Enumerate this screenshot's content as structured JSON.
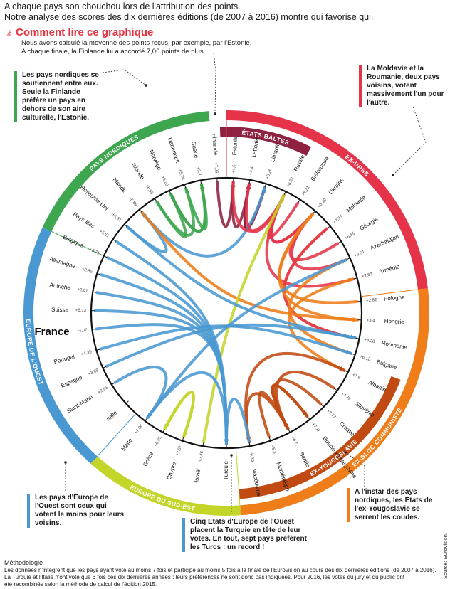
{
  "header": {
    "line1": "A chaque pays son chouchou lors de l'attribution des points.",
    "line2": "Notre analyse des scores des dix dernières éditions (de 2007 à 2016) montre qui favorise qui."
  },
  "howto": {
    "icon": "key-icon",
    "title": "Comment lire ce graphique",
    "line1": "Nous avons calculé la moyenne des points reçus, par exemple, par l'Estonie.",
    "line2": "A chaque finale, la Finlande lui a accordé 7,06 points de plus."
  },
  "annotations": {
    "nordic": "Les pays nordiques se soutiennent entre eux. Seule la Finlande préfère un pays en dehors de son aire culturelle, l'Estonie.",
    "moldavia": "La Moldavie et la Roumanie, deux pays voisins, votent massivement l'un pour l'autre.",
    "west": "Les pays d'Europe de l'Ouest sont ceux qui votent le moins pour leurs voisins.",
    "turkey": "Cinq Etats d'Europe de l'Ouest placent la Turquie en tête de leur votes. En tout, sept pays préfèrent les Turcs : un record !",
    "yugo": "A l'instar des pays nordiques, les Etats de l'ex-Yougoslavie se serrent les coudes."
  },
  "methodology": {
    "title": "Méthodologie",
    "line1": "Les données n'intègrent que les pays ayant voté au moins 7 fois et participé au moins 5 fois à la finale de l'Eurovision au cours des dix dernières éditions (de 2007 à 2016).",
    "line2": "La Turquie et l'Italie n'ont voté que 6 fois ces dix dernières années : leurs préférences ne sont donc pas indiquées. Pour 2016, les votes du jury et du public ont",
    "line3": "été recombinés selon la méthode de calcul de l'édition 2015."
  },
  "source": "Source: Eurovision.",
  "colors": {
    "nordic": "#3ea64f",
    "baltic": "#8e2240",
    "exurss": "#e5344a",
    "exbloc": "#ee7d1a",
    "exyougo": "#c04a12",
    "sudest": "#c4d52a",
    "west": "#4a98d2"
  },
  "groups": [
    {
      "id": "nordic",
      "label": "PAYS NORDIQUES",
      "start": -65,
      "end": -5,
      "r": 278,
      "color": "#3ea64f"
    },
    {
      "id": "baltic",
      "label": "ÉTATS BALTES",
      "start": -2,
      "end": 27,
      "r": 255,
      "color": "#8e2240"
    },
    {
      "id": "exurss",
      "label": "EX-URSS",
      "start": 0,
      "end": 83,
      "r": 278,
      "color": "#e5344a"
    },
    {
      "id": "exbloc",
      "label": "EX-BLOC COMMUNISTE",
      "start": 83,
      "end": 176,
      "r": 278,
      "color": "#ee7d1a"
    },
    {
      "id": "exyougo",
      "label": "EX-YOUGOSLAVIE",
      "start": 111,
      "end": 176,
      "r": 255,
      "color": "#c04a12"
    },
    {
      "id": "sudest",
      "label": "EUROPE DU SUD-EST",
      "start": 176,
      "end": 222,
      "r": 278,
      "color": "#c4d52a"
    },
    {
      "id": "west",
      "label": "EUROPE DE L'OUEST",
      "start": 222,
      "end": 295,
      "r": 278,
      "color": "#4a98d2"
    }
  ],
  "countries": [
    {
      "name": "Estonie",
      "a": 3,
      "v": "+4,5"
    },
    {
      "name": "Lettonie",
      "a": 10,
      "v": "+4,4"
    },
    {
      "name": "Lituanie",
      "a": 17,
      "v": "+5,26"
    },
    {
      "name": "Russie",
      "a": 26,
      "v": "+6,82"
    },
    {
      "name": "Biélorussie",
      "a": 33,
      "v": "+6,21"
    },
    {
      "name": "Ukraine",
      "a": 41,
      "v": "+6,19"
    },
    {
      "name": "Moldavie",
      "a": 50,
      "v": "+7,93"
    },
    {
      "name": "Géorgie",
      "a": 58,
      "v": "+6,65"
    },
    {
      "name": "Azerbaïdjan",
      "a": 66,
      "v": "+6,51"
    },
    {
      "name": "Arménie",
      "a": 75,
      "v": "+7,63"
    },
    {
      "name": "Pologne",
      "a": 85,
      "v": "+2,82"
    },
    {
      "name": "Hongrie",
      "a": 93,
      "v": "+3,4"
    },
    {
      "name": "Roumanie",
      "a": 101,
      "v": "+8,28"
    },
    {
      "name": "Bulgarie",
      "a": 108,
      "v": "+6,12"
    },
    {
      "name": "Albanie",
      "a": 116,
      "v": "+7,6"
    },
    {
      "name": "Slovénie",
      "a": 125,
      "v": "+7,29"
    },
    {
      "name": "Croatie",
      "a": 134,
      "v": "+7,77"
    },
    {
      "name": "Bosnie-Herzégovine",
      "a": 142,
      "v": "+7,11"
    },
    {
      "name": "Serbie",
      "a": 152,
      "v": "+6,77"
    },
    {
      "name": "Monténégro",
      "a": 161,
      "v": "+5,3"
    },
    {
      "name": "Macédoine",
      "a": 170,
      "v": "+9,33"
    },
    {
      "name": "Turquie",
      "a": 180,
      "v": ""
    },
    {
      "name": "Israël",
      "a": 190,
      "v": "+3,46"
    },
    {
      "name": "Chypre",
      "a": 199,
      "v": "+7,57"
    },
    {
      "name": "Grèce",
      "a": 208,
      "v": "+6,95"
    },
    {
      "name": "Malte",
      "a": 217,
      "v": "+7,06"
    },
    {
      "name": "Italie",
      "a": 228,
      "v": ""
    },
    {
      "name": "Saint-Marin",
      "a": 238,
      "v": "+3,95"
    },
    {
      "name": "Espagne",
      "a": 246,
      "v": "+3,88"
    },
    {
      "name": "Portugal",
      "a": 254,
      "v": "+4,35"
    },
    {
      "name": "France",
      "a": 263,
      "v": "+4,07",
      "highlight": true
    },
    {
      "name": "Suisse",
      "a": 271,
      "v": "+5,13"
    },
    {
      "name": "Autriche",
      "a": 279,
      "v": "+2,61"
    },
    {
      "name": "Allemagne",
      "a": 287,
      "v": "+2,85"
    },
    {
      "name": "Belgique",
      "a": 295,
      "v": "+5,71"
    },
    {
      "name": "Pays-Bas",
      "a": 303,
      "v": "+5,51"
    },
    {
      "name": "Royaume-Uni",
      "a": 311,
      "v": "+4,31"
    },
    {
      "name": "Irlande",
      "a": 320,
      "v": "+6,89"
    },
    {
      "name": "Islande",
      "a": 328,
      "v": "+6,65"
    },
    {
      "name": "Norvège",
      "a": 335,
      "v": "+5,29"
    },
    {
      "name": "Danemark",
      "a": 342,
      "v": "+5,76"
    },
    {
      "name": "Suède",
      "a": 349,
      "v": "+5,4"
    },
    {
      "name": "Finlande",
      "a": 356,
      "v": "+7,06"
    }
  ],
  "flows": [
    {
      "from": "Finlande",
      "to": "Estonie",
      "color": "#8e2240"
    },
    {
      "from": "Lettonie",
      "to": "Lituanie",
      "color": "#8e2240"
    },
    {
      "from": "Estonie",
      "to": "Lettonie",
      "color": "#8e2240"
    },
    {
      "from": "Lituanie",
      "to": "Lettonie",
      "color": "#8e2240"
    },
    {
      "from": "Norvège",
      "to": "Suède",
      "color": "#3ea64f"
    },
    {
      "from": "Islande",
      "to": "Danemark",
      "color": "#3ea64f"
    },
    {
      "from": "Danemark",
      "to": "Suède",
      "color": "#3ea64f"
    },
    {
      "from": "Suède",
      "to": "Norvège",
      "color": "#3ea64f"
    },
    {
      "from": "Islande",
      "to": "Norvège",
      "color": "#3ea64f"
    },
    {
      "from": "Irlande",
      "to": "Lituanie",
      "color": "#4a98d2"
    },
    {
      "from": "Royaume-Uni",
      "to": "Irlande",
      "color": "#4a98d2"
    },
    {
      "from": "Biélorussie",
      "to": "Russie",
      "color": "#e5344a"
    },
    {
      "from": "Ukraine",
      "to": "Russie",
      "color": "#e5344a"
    },
    {
      "from": "Lettonie",
      "to": "Russie",
      "color": "#e5344a"
    },
    {
      "from": "Estonie",
      "to": "Russie",
      "color": "#e5344a"
    },
    {
      "from": "Arménie",
      "to": "Russie",
      "color": "#e5344a"
    },
    {
      "from": "Géorgie",
      "to": "Ukraine",
      "color": "#e5344a"
    },
    {
      "from": "Azerbaïdjan",
      "to": "Ukraine",
      "color": "#e5344a"
    },
    {
      "from": "Russie",
      "to": "Ukraine",
      "color": "#e5344a"
    },
    {
      "from": "Moldavie",
      "to": "Roumanie",
      "color": "#ee7d1a"
    },
    {
      "from": "Roumanie",
      "to": "Moldavie",
      "color": "#e5344a"
    },
    {
      "from": "Hongrie",
      "to": "Ukraine",
      "color": "#ee7d1a"
    },
    {
      "from": "Pologne",
      "to": "Ukraine",
      "color": "#ee7d1a"
    },
    {
      "from": "Bulgarie",
      "to": "Azerbaïdjan",
      "color": "#ee7d1a"
    },
    {
      "from": "Irlande",
      "to": "Hongrie",
      "color": "#ee7d1a"
    },
    {
      "from": "Albanie",
      "to": "Arménie",
      "color": "#ee7d1a"
    },
    {
      "from": "Slovénie",
      "to": "Serbie",
      "color": "#c04a12"
    },
    {
      "from": "Croatie",
      "to": "Serbie",
      "color": "#c04a12"
    },
    {
      "from": "Bosnie-Herzégovine",
      "to": "Serbie",
      "color": "#c04a12"
    },
    {
      "from": "Serbie",
      "to": "Bosnie-Herzégovine",
      "color": "#c04a12"
    },
    {
      "from": "Monténégro",
      "to": "Serbie",
      "color": "#c04a12"
    },
    {
      "from": "Macédoine",
      "to": "Albanie",
      "color": "#c04a12"
    },
    {
      "from": "Serbie",
      "to": "Macédoine",
      "color": "#c04a12"
    },
    {
      "from": "Grèce",
      "to": "Chypre",
      "color": "#c4d52a"
    },
    {
      "from": "Chypre",
      "to": "Grèce",
      "color": "#c4d52a"
    },
    {
      "from": "Israël",
      "to": "Russie",
      "color": "#c4d52a"
    },
    {
      "from": "Malte",
      "to": "Azerbaïdjan",
      "color": "#4a98d2"
    },
    {
      "from": "Saint-Marin",
      "to": "Malte",
      "color": "#4a98d2"
    },
    {
      "from": "Espagne",
      "to": "Roumanie",
      "color": "#4a98d2"
    },
    {
      "from": "Portugal",
      "to": "Bulgarie",
      "color": "#4a98d2"
    },
    {
      "from": "France",
      "to": "Turquie",
      "color": "#4a98d2"
    },
    {
      "from": "Suisse",
      "to": "Turquie",
      "color": "#4a98d2"
    },
    {
      "from": "Autriche",
      "to": "Turquie",
      "color": "#4a98d2"
    },
    {
      "from": "Allemagne",
      "to": "Turquie",
      "color": "#4a98d2"
    },
    {
      "from": "Belgique",
      "to": "Turquie",
      "color": "#4a98d2"
    },
    {
      "from": "Pays-Bas",
      "to": "Turquie",
      "color": "#4a98d2"
    },
    {
      "from": "Royaume-Uni",
      "to": "Roumanie",
      "color": "#4a98d2"
    },
    {
      "from": "Macédoine",
      "to": "Turquie",
      "color": "#4a98d2"
    },
    {
      "from": "Malte",
      "to": "Turquie",
      "color": "#4a98d2"
    }
  ]
}
